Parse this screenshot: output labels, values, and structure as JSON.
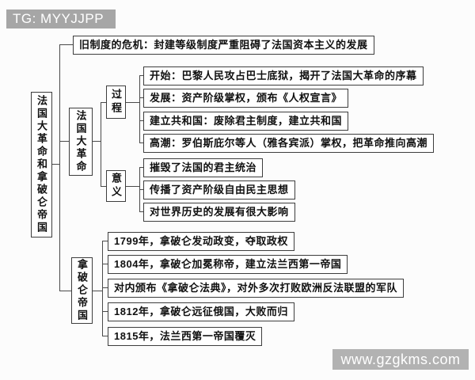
{
  "watermarks": {
    "top": "TG: MYYJJPP",
    "bottom": "www.gzgkms.com"
  },
  "colors": {
    "background": "#fcfcfc",
    "box_border": "#3d3d3d",
    "connector_line": "#4a4a4a",
    "text": "#101010",
    "watermark_top_bg": "#a6a6a6",
    "watermark_bottom_bg": "#b2b2b2",
    "watermark_text": "#ffffff"
  },
  "root": {
    "label": "法国大革命和拿破仑帝国"
  },
  "old_regime": {
    "text": "旧制度的危机：封建等级制度严重阻碍了法国资本主义的发展"
  },
  "french_revolution": {
    "label": "法国大革命",
    "process": {
      "label": "过程",
      "items": [
        "开始：巴黎人民攻占巴士底狱，揭开了法国大革命的序幕",
        "发展：资产阶级掌权，颁布《人权宣言》",
        "建立共和国：废除君主制度，建立共和国",
        "高潮：罗伯斯庇尔等人（雅各宾派）掌权，把革命推向高潮"
      ]
    },
    "significance": {
      "label": "意义",
      "items": [
        "摧毁了法国的君主统治",
        "传播了资产阶级自由民主思想",
        "对世界历史的发展有很大影响"
      ]
    }
  },
  "napoleon": {
    "label": "拿破仑帝国",
    "items": [
      "1799年，拿破仑发动政变，夺取政权",
      "1804年，拿破仑加冕称帝，建立法兰西第一帝国",
      "对内颁布《拿破仑法典》，对外多次打败欧洲反法联盟的军队",
      "1812年，拿破仑远征俄国，大败而归",
      "1815年，法兰西第一帝国覆灭"
    ]
  }
}
